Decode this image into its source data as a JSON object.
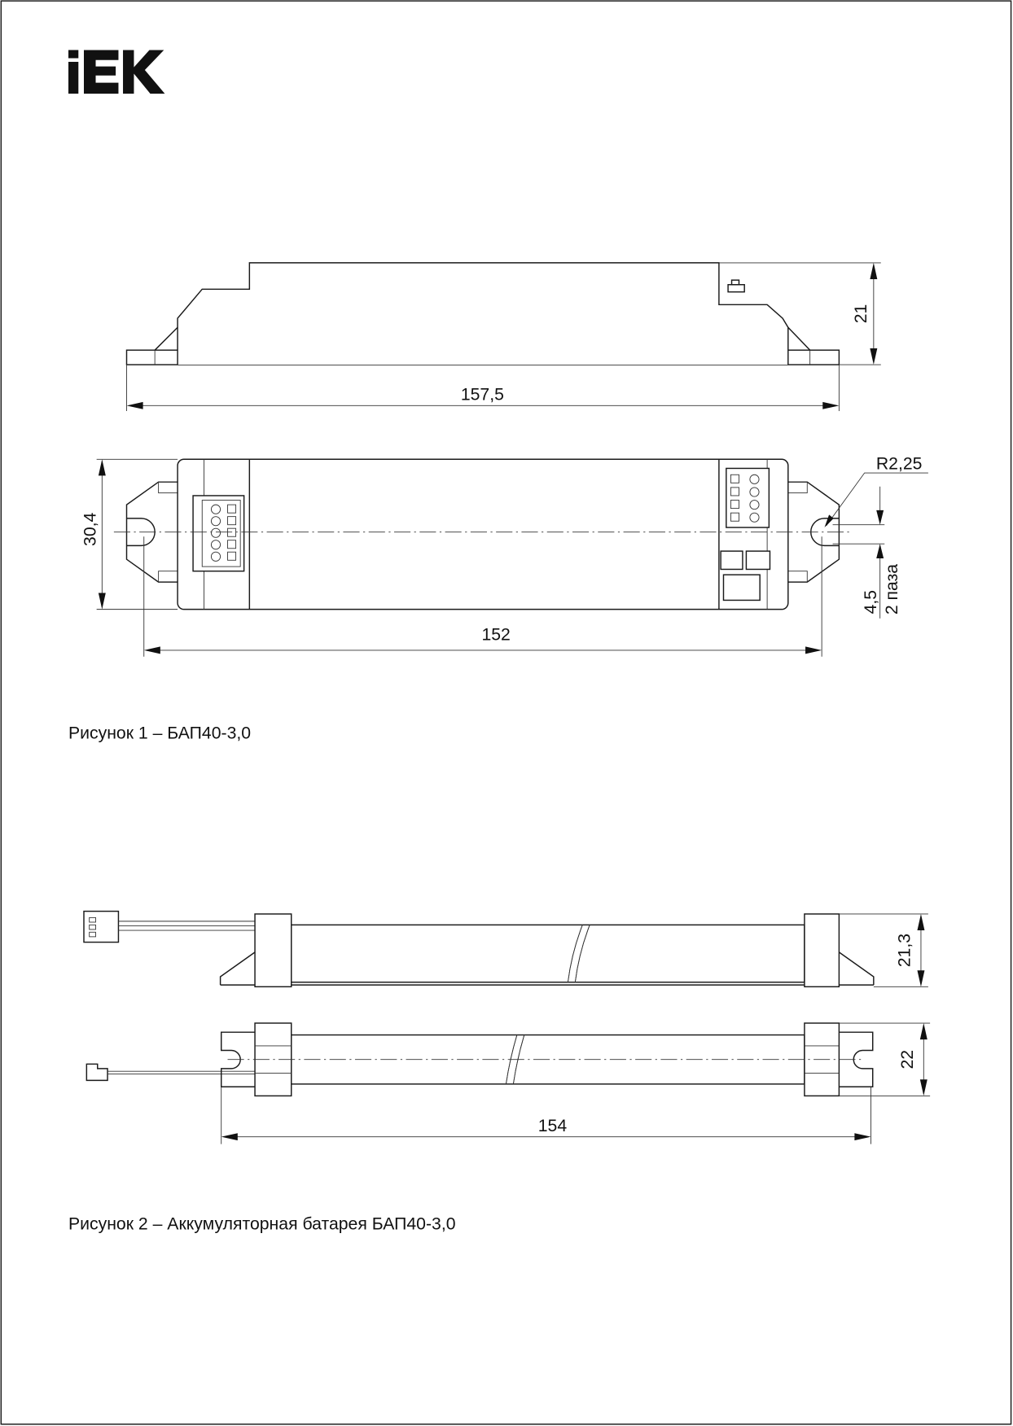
{
  "logo": {
    "text": "IEK"
  },
  "figure1": {
    "caption": "Рисунок 1 – БАП40-3,0",
    "dims": {
      "length_total": "157,5",
      "height": "21",
      "width": "30,4",
      "mount_distance": "152",
      "radius": "R2,25",
      "slot_width": "4,5",
      "slot_count": "2 паза"
    }
  },
  "figure2": {
    "caption": "Рисунок 2 – Аккумуляторная батарея БАП40-3,0",
    "dims": {
      "height": "21,3",
      "width": "22",
      "length": "154"
    }
  }
}
